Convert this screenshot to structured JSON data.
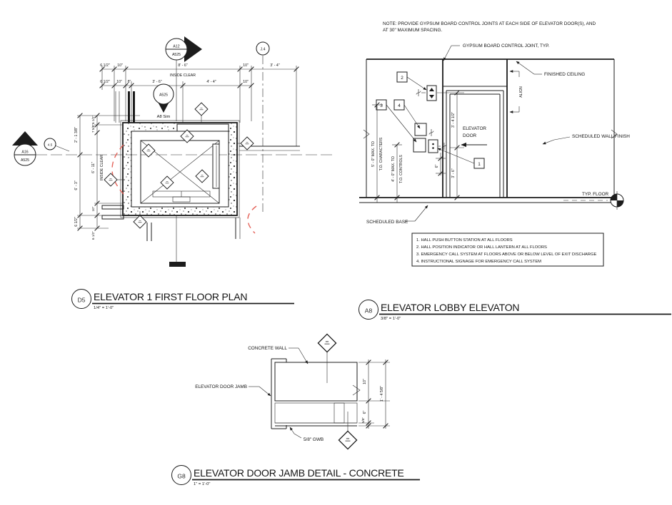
{
  "colors": {
    "line": "#1c1c1c",
    "red_dashed": "#e2544a",
    "paper": "#ffffff"
  },
  "titles": {
    "d5": {
      "tag": "D5",
      "title": "ELEVATOR 1 FIRST FLOOR PLAN",
      "scale": "1/4\" = 1'-0\""
    },
    "a8": {
      "tag": "A8",
      "title": "ELEVATOR LOBBY ELEVATON",
      "scale": "3/8\" = 1'-0\""
    },
    "g8": {
      "tag": "G8",
      "title": "ELEVATOR DOOR JAMB DETAIL - CONCRETE",
      "scale": "1\" = 1'-0\""
    }
  },
  "plan": {
    "section_marker_top": {
      "ref": "A12",
      "sheet": "A525"
    },
    "section_marker_left": {
      "ref": "A16",
      "sheet": "A525"
    },
    "callout": {
      "ref": "A525",
      "note": "A8 Sim"
    },
    "grid_bubble_top": "J.4",
    "grid_bubble_left": "4.5",
    "inside_clear_top": "INSIDE CLEAR",
    "inside_clear_left": "INSIDE CLEAR",
    "dims_row1": [
      "6 1/2\"",
      "10\"",
      "8' - 6\"",
      "10\"",
      "3' - 4\""
    ],
    "dims_row2": [
      "6 1/2\"",
      "10\"",
      "8\"",
      "3' - 6\"",
      "4' - 4\"",
      "10\""
    ],
    "dims_left_outer": [
      "2' - 1 3/8\"",
      "6' - 3\"",
      "6 1/2\""
    ],
    "dims_left_inner": [
      "6 1/2\"",
      "7 5/8\"",
      "6' - 11\"",
      "10\"",
      "6 1/2\""
    ]
  },
  "elevation": {
    "note_line1": "NOTE: PROVIDE GYPSUM BOARD CONTROL JOINTS AT EACH SIDE OF ELEVATOR DOOR(S), AND",
    "note_line2": "AT 30\" MAXIMUM SPACING.",
    "labels": {
      "control_joint": "GYPSUM BOARD CONTROL JOINT, TYP.",
      "finished_ceiling": "FINISHED CEILING",
      "align": "ALIGN",
      "elevator_door_1": "ELEVATOR",
      "elevator_door_2": "DOOR",
      "wall_finish": "SCHEDULED WALL FINISH",
      "typ_floor": "TYP. FLOOR",
      "scheduled_base": "SCHEDULED BASE"
    },
    "dims": {
      "upper": "3' - 4 1/2\"",
      "lower": "3' - 6\"",
      "offset": "6\""
    },
    "max_lines": [
      "5' - 0\" MAX. TO",
      "T.O. CHARACTERS",
      "4' - 0\" MAX. TO",
      "T.O. CONTROLS"
    ],
    "key_tags": [
      "1",
      "2",
      "3",
      "4"
    ],
    "keynotes": [
      "1. HALL PUSH BUTTON STATION AT ALL FLOORS",
      "2. HALL POSITION INDICATOR OR HALL LANTERN AT ALL FLOORS",
      "3. EMERGENCY CALL SYSTEM AT FLOORS ABOVE OR BELOW LEVEL OF EXIT DISCHARGE",
      "4. INSTRUCTIONAL SIGNAGE FOR EMERGENCY CALL SYSTEM"
    ]
  },
  "jamb": {
    "labels": {
      "concrete_wall": "CONCRETE WALL",
      "door_jamb": "ELEVATOR DOOR JAMB",
      "gwb": "5/8\" GWB"
    },
    "dims": {
      "concrete": "10\"",
      "cavity": "6\"",
      "gwb": "5/8\"",
      "total": "1' - 4 5/8\""
    }
  }
}
